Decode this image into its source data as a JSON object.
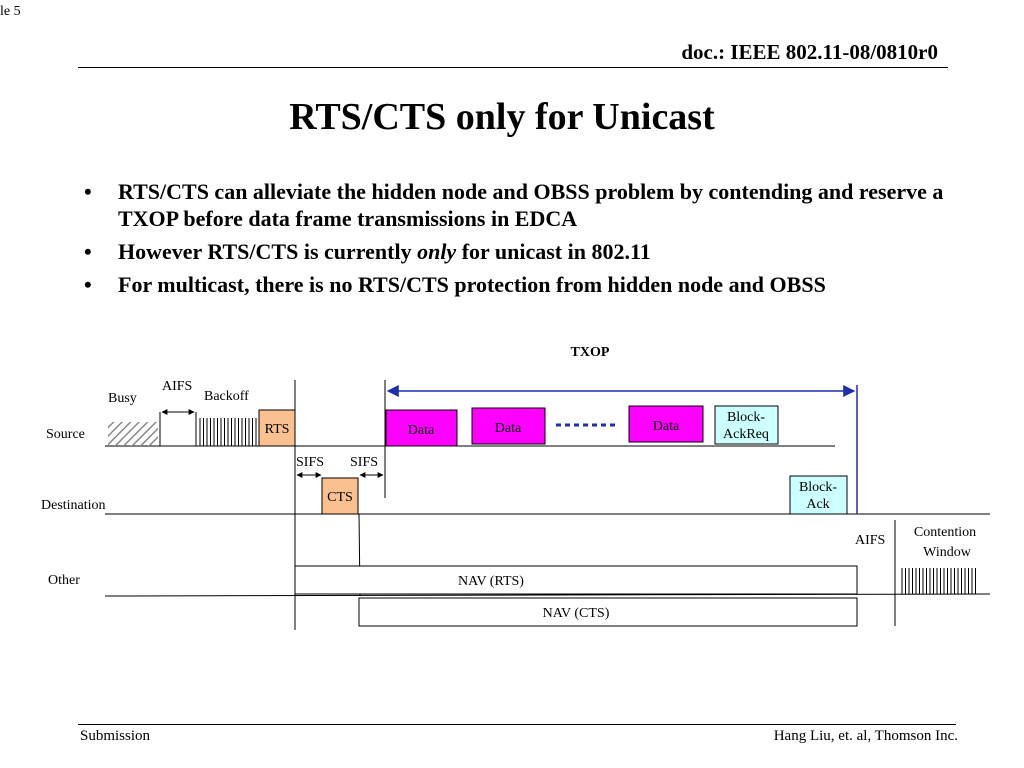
{
  "slide_number": "le 5",
  "doc_id": "doc.: IEEE 802.11-08/0810r0",
  "title": "RTS/CTS only for Unicast",
  "bullets": {
    "b1": "RTS/CTS can alleviate the hidden node and OBSS problem by contending and reserve a TXOP before data frame transmissions in EDCA",
    "b2_pre": "However RTS/CTS is currently ",
    "b2_em": "only",
    "b2_post": " for unicast in 802.11",
    "b3": "For multicast, there is no RTS/CTS protection from hidden node and OBSS"
  },
  "diagram": {
    "txop": "TXOP",
    "busy": "Busy",
    "aifs_top": "AIFS",
    "backoff": "Backoff",
    "rts": "RTS",
    "data1": "Data",
    "data2": "Data",
    "data3": "Data",
    "block_ack_req_1": "Block-",
    "block_ack_req_2": "AckReq",
    "sifs1": "SIFS",
    "sifs2": "SIFS",
    "cts": "CTS",
    "block_ack_1": "Block-",
    "block_ack_2": "Ack",
    "aifs_right": "AIFS",
    "contention_1": "Contention",
    "contention_2": "Window",
    "source": "Source",
    "destination": "Destination",
    "other": "Other",
    "nav_rts": "NAV (RTS)",
    "nav_cts": "NAV (CTS)"
  },
  "colors": {
    "rts_fill": "#FAC090",
    "cts_fill": "#FAC090",
    "data_fill": "#FF00FF",
    "ack_fill": "#CCFFFF",
    "arrow_blue": "#1F2DB0"
  },
  "footer": {
    "left": "Submission",
    "right": "Hang Liu, et. al, Thomson Inc."
  }
}
